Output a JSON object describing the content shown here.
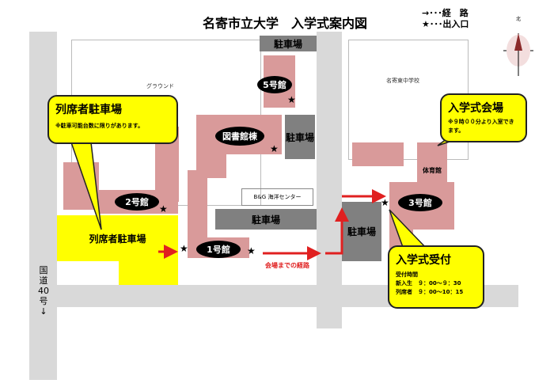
{
  "title": "名寄市立大学　入学式案内図",
  "legend": {
    "route": "→･･･経　路",
    "entrance": "★･･･出入口"
  },
  "compass": {
    "north_label": "北"
  },
  "labels": {
    "ground": "グラウンド",
    "school": "名寄東中学校",
    "bg_center": "B&G 海洋センター",
    "gym": "体育館",
    "road": "国道40号↓",
    "route_text": "会場までの経路",
    "parking": "駐車場",
    "guest_parking": "列席者駐車場"
  },
  "buildings": {
    "b1": "1号館",
    "b2": "2号館",
    "b3": "3号館",
    "b5": "5号館",
    "library": "図書館棟"
  },
  "callouts": {
    "guest_parking": {
      "title": "列席者駐車場",
      "note": "※駐車可能台数に限りがあります。"
    },
    "venue": {
      "title": "入学式会場",
      "note": "※９時００分より入室できます。"
    },
    "reception": {
      "title": "入学式受付",
      "hours_label": "受付時間",
      "freshmen": "新入生　９：00～９：30",
      "guests": "列席者　９：00～10：15"
    }
  },
  "colors": {
    "route": "#e02020",
    "building": "#d99a9a",
    "parking": "#808080",
    "highlight": "#ffff00"
  }
}
